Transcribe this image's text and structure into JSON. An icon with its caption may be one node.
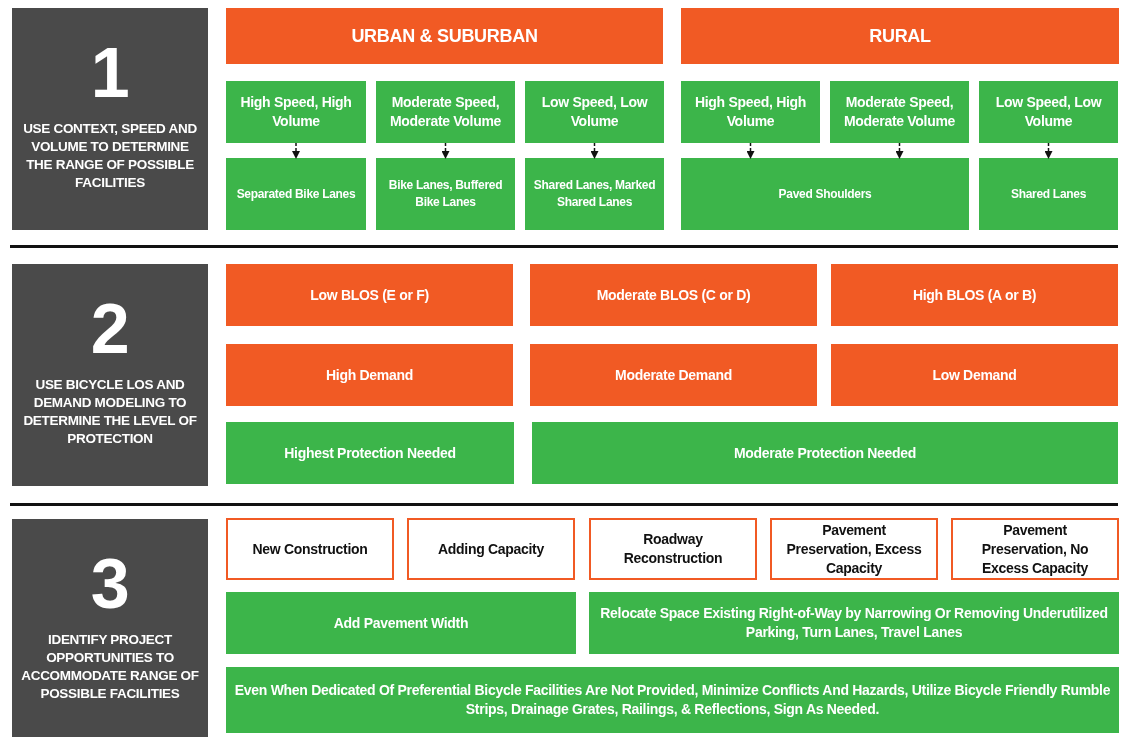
{
  "diagram": {
    "nodes": [
      {
        "text": [
          "1",
          "USE CONTEXT, SPEED AND VOLUME TO DETERMINE THE RANGE OF POSSIBLE FACILITIES"
        ]
      },
      {
        "text": [
          "URBAN & SUBURBAN"
        ]
      },
      {
        "text": [
          "RURAL"
        ]
      },
      {
        "text": [
          "High Speed, High Volume"
        ]
      },
      {
        "text": [
          "Moderate Speed, Moderate Volume"
        ]
      },
      {
        "text": [
          "Low Speed, Low Volume"
        ]
      },
      {
        "text": [
          "High Speed, High Volume"
        ]
      },
      {
        "text": [
          "Moderate Speed, Moderate Volume"
        ]
      },
      {
        "text": [
          "Low Speed, Low Volume"
        ]
      },
      {
        "text": [
          "Separated Bike Lanes"
        ]
      },
      {
        "text": [
          "Bike Lanes, Buffered Bike Lanes"
        ]
      },
      {
        "text": [
          "Shared Lanes, Marked Shared Lanes"
        ]
      },
      {
        "text": [
          "Paved Shoulders"
        ]
      },
      {
        "text": [
          "Shared Lanes"
        ]
      },
      {
        "text": [
          "2",
          "USE BICYCLE LOS AND DEMAND MODELING TO DETERMINE THE LEVEL OF PROTECTION"
        ]
      },
      {
        "text": [
          "Low BLOS (E or F)"
        ]
      },
      {
        "text": [
          "Moderate BLOS (C or D)"
        ]
      },
      {
        "text": [
          "High BLOS (A or B)"
        ]
      },
      {
        "text": [
          "High Demand"
        ]
      },
      {
        "text": [
          "Moderate Demand"
        ]
      },
      {
        "text": [
          "Low Demand"
        ]
      },
      {
        "text": [
          "Highest Protection Needed"
        ]
      },
      {
        "text": [
          "Moderate Protection Needed"
        ]
      },
      {
        "text": [
          "3",
          "IDENTIFY PROJECT OPPORTUNITIES TO ACCOMMODATE RANGE OF POSSIBLE FACILITIES"
        ]
      },
      {
        "text": [
          "New Construction"
        ]
      },
      {
        "text": [
          "Adding Capacity"
        ]
      },
      {
        "text": [
          "Roadway Reconstruction"
        ]
      },
      {
        "text": [
          "Pavement Preservation, Excess Capacity"
        ]
      },
      {
        "text": [
          "Pavement Preservation, No Excess Capacity"
        ]
      },
      {
        "text": [
          "Add Pavement Width"
        ]
      },
      {
        "text": [
          "Relocate Space Existing Right-of-Way by Narrowing Or Removing Underutilized Parking, Turn Lanes, Travel Lanes"
        ]
      },
      {
        "text": [
          "Even When Dedicated Of Preferential Bicycle Facilities Are Not Provided, Minimize Conflicts And Hazards, Utilize Bicycle Friendly Rumble Strips, Drainage Grates, Railings, & Reflections, Sign As Needed."
        ]
      }
    ],
    "edges": [
      {
        "from": 3,
        "to": 9,
        "arrow": "to",
        "style": "dashed"
      },
      {
        "from": 4,
        "to": 10,
        "arrow": "to",
        "style": "dashed"
      },
      {
        "from": 5,
        "to": 11,
        "arrow": "to",
        "style": "dashed"
      },
      {
        "from": 6,
        "to": 12,
        "arrow": "to",
        "style": "dashed"
      },
      {
        "from": 7,
        "to": 12,
        "arrow": "to",
        "style": "dashed"
      },
      {
        "from": 8,
        "to": 13,
        "arrow": "to",
        "style": "dashed"
      }
    ]
  }
}
